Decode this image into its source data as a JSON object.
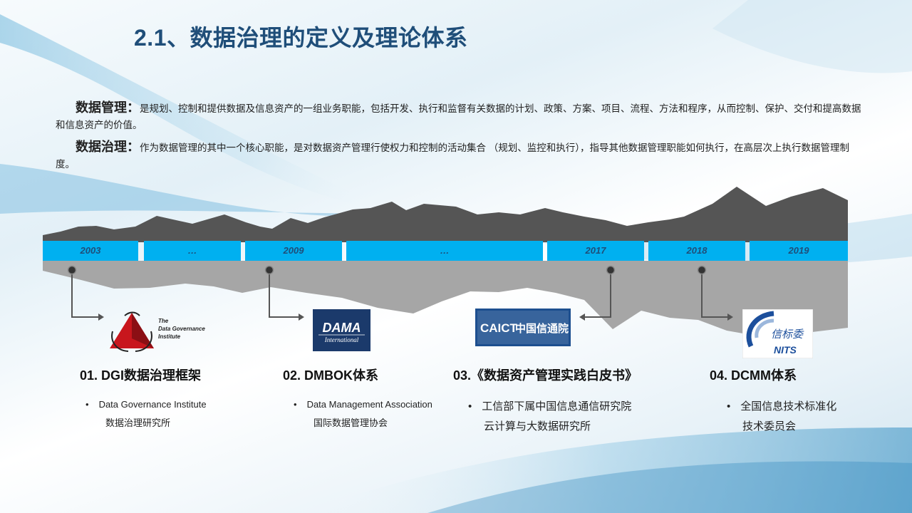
{
  "title": "2.1、数据治理的定义及理论体系",
  "paragraphs": [
    {
      "term": "数据管理：",
      "text": "是规划、控制和提供数据及信息资产的一组业务职能，包括开发、执行和监督有关数据的计划、政策、方案、项目、流程、方法和程序，从而控制、保护、交付和提高数据和信息资产的价值。"
    },
    {
      "term": "数据治理：",
      "text": "作为数据管理的其中一个核心职能，是对数据资产管理行使权力和控制的活动集合 （规划、监控和执行），指导其他数据管理职能如何执行，在高层次上执行数据管理制度。"
    }
  ],
  "timeline": {
    "years": [
      "2003",
      "…",
      "2009",
      "…",
      "2017",
      "2018",
      "2019"
    ]
  },
  "logos": {
    "dgi": {
      "line1": "The",
      "line2": "Data Governance",
      "line3": "Institute"
    },
    "dama": {
      "main": "DAMA",
      "sub": "International"
    },
    "caict": {
      "latin": "CAICT",
      "cn": "中国信通院"
    },
    "nits": {
      "cn": "信标委",
      "latin": "NITS"
    }
  },
  "items": [
    {
      "heading": "01. DGI数据治理框架",
      "line1": "Data Governance Institute",
      "line2": "数据治理研究所"
    },
    {
      "heading": "02. DMBOK体系",
      "line1": "Data Management Association",
      "line2": "国际数据管理协会"
    },
    {
      "heading": "03.《数据资产管理实践白皮书》",
      "line1": "工信部下属中国信息通信研究院",
      "line2": "云计算与大数据研究所"
    },
    {
      "heading": "04. DCMM体系",
      "line1": "全国信息技术标准化",
      "line2": "技术委员会"
    }
  ],
  "bullet_symbol": "•",
  "colors": {
    "title": "#1f4e79",
    "yearbar": "#00b0f0",
    "mountain_top": "#555555",
    "mountain_bottom": "#a6a6a6"
  }
}
